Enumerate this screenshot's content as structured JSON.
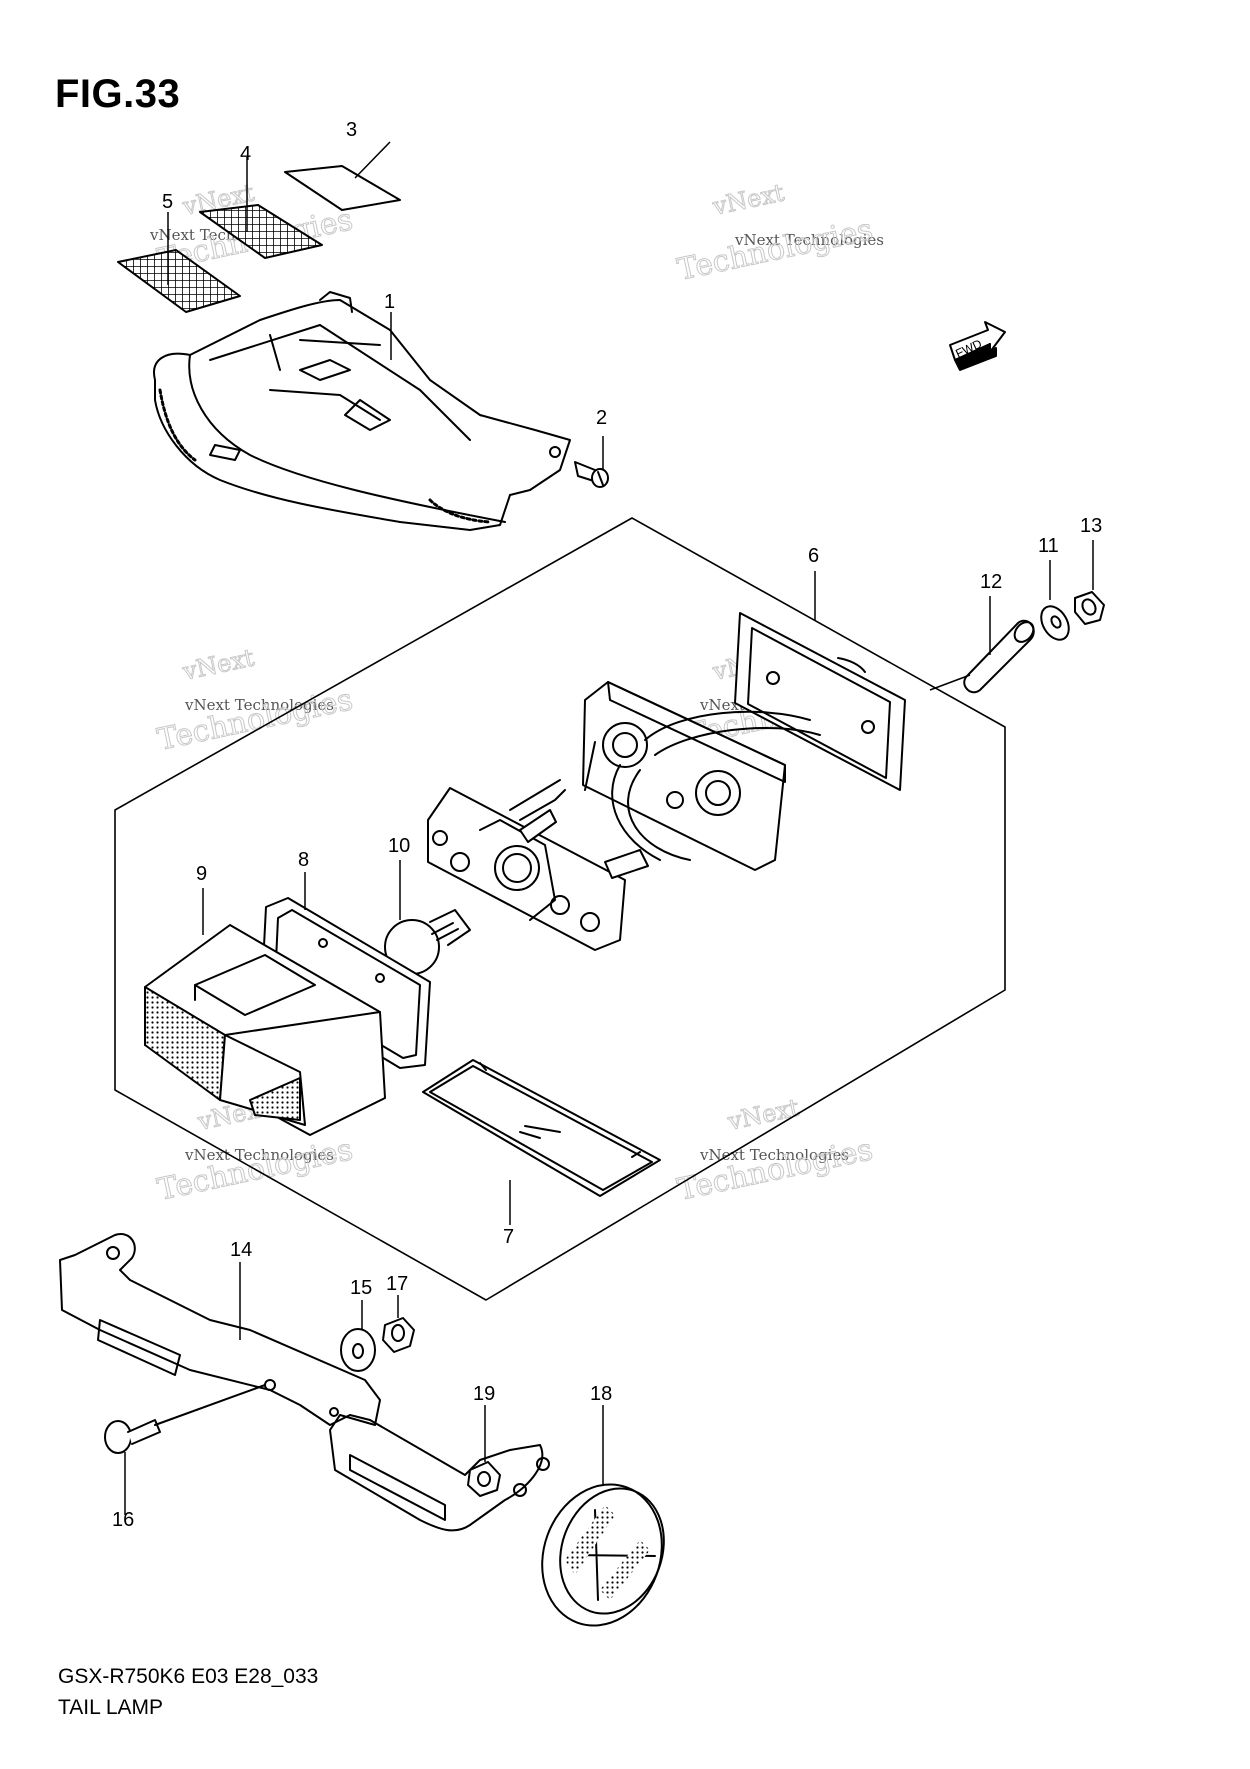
{
  "figure": {
    "title": "FIG.33",
    "model_code": "GSX-R750K6 E03 E28_033",
    "section_title": "TAIL LAMP"
  },
  "direction_indicator": "FWD",
  "watermark": {
    "line1": "vNext",
    "line2": "vNext Technologies",
    "line3": "Technologies"
  },
  "callouts": [
    {
      "id": "1",
      "label": "1"
    },
    {
      "id": "2",
      "label": "2"
    },
    {
      "id": "3",
      "label": "3"
    },
    {
      "id": "4",
      "label": "4"
    },
    {
      "id": "5",
      "label": "5"
    },
    {
      "id": "6",
      "label": "6"
    },
    {
      "id": "7",
      "label": "7"
    },
    {
      "id": "8",
      "label": "8"
    },
    {
      "id": "9",
      "label": "9"
    },
    {
      "id": "10",
      "label": "10"
    },
    {
      "id": "11",
      "label": "11"
    },
    {
      "id": "12",
      "label": "12"
    },
    {
      "id": "13",
      "label": "13"
    },
    {
      "id": "14",
      "label": "14"
    },
    {
      "id": "15",
      "label": "15"
    },
    {
      "id": "16",
      "label": "16"
    },
    {
      "id": "17",
      "label": "17"
    },
    {
      "id": "18",
      "label": "18"
    },
    {
      "id": "19",
      "label": "19"
    }
  ]
}
